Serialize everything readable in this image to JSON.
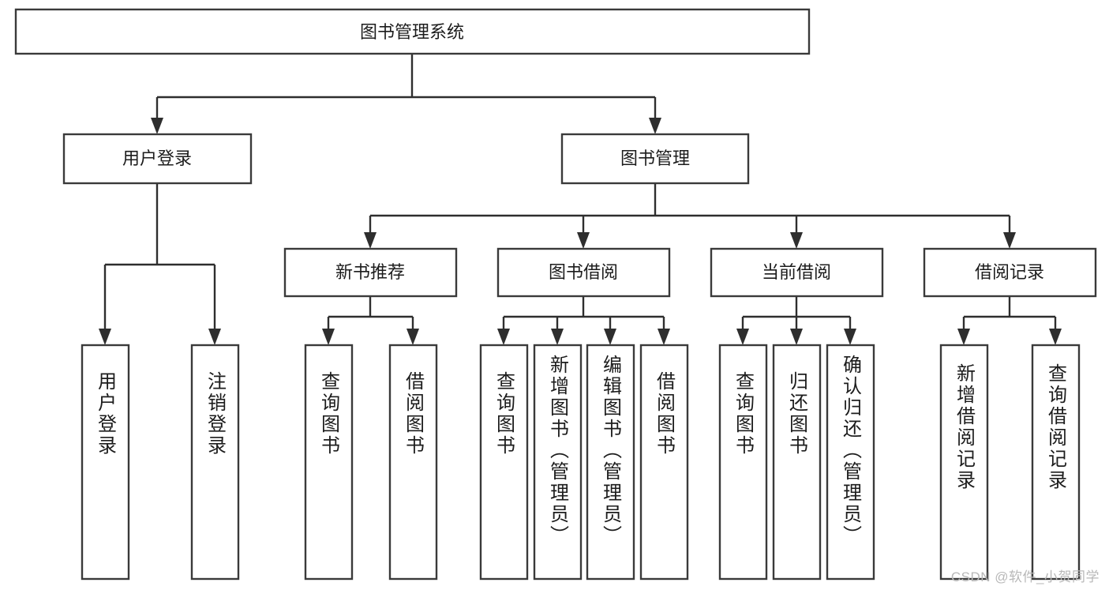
{
  "diagram": {
    "title": "图书管理系统",
    "type": "tree-hierarchy",
    "root": {
      "label": "图书管理系统"
    },
    "level2": [
      {
        "label": "用户登录"
      },
      {
        "label": "图书管理"
      }
    ],
    "level3": [
      {
        "label": "新书推荐"
      },
      {
        "label": "图书借阅"
      },
      {
        "label": "当前借阅"
      },
      {
        "label": "借阅记录"
      }
    ],
    "leaves_user_login": [
      {
        "label": "用户登录"
      },
      {
        "label": "注销登录"
      }
    ],
    "leaves_new_book": [
      {
        "label": "查询图书"
      },
      {
        "label": "借阅图书"
      }
    ],
    "leaves_borrow": [
      {
        "label": "查询图书"
      },
      {
        "label": "新增图书（管理员）"
      },
      {
        "label": "编辑图书（管理员）"
      },
      {
        "label": "借阅图书"
      }
    ],
    "leaves_current": [
      {
        "label": "查询图书"
      },
      {
        "label": "归还图书"
      },
      {
        "label": "确认归还（管理员）"
      }
    ],
    "leaves_record": [
      {
        "label": "新增借阅记录"
      },
      {
        "label": "查询借阅记录"
      }
    ]
  },
  "watermark": {
    "text": "CSDN @软件_小贺同学"
  },
  "colors": {
    "background": "#ffffff",
    "node_fill": "#ffffff",
    "node_stroke": "#3a3a3a",
    "connector": "#2e2e2e",
    "text": "#1c1c1c",
    "watermark": "#b8b8b8"
  }
}
